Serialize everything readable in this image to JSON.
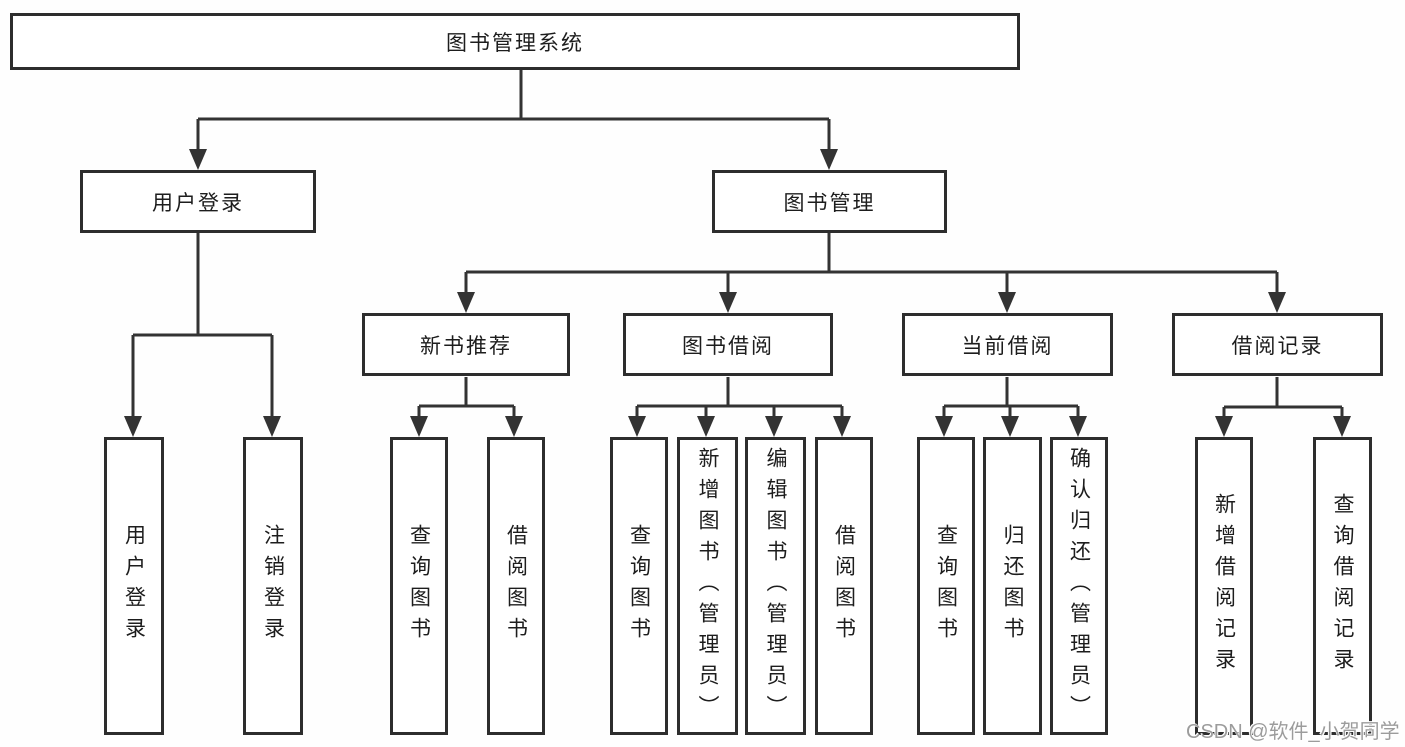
{
  "diagram_type": "hierarchy-tree",
  "tree": {
    "label": "图书管理系统",
    "children": [
      {
        "label": "用户登录",
        "children": [
          {
            "label": "用户登录"
          },
          {
            "label": "注销登录"
          }
        ]
      },
      {
        "label": "图书管理",
        "children": [
          {
            "label": "新书推荐",
            "children": [
              {
                "label": "查询图书"
              },
              {
                "label": "借阅图书"
              }
            ]
          },
          {
            "label": "图书借阅",
            "children": [
              {
                "label": "查询图书"
              },
              {
                "label": "新增图书（管理员）"
              },
              {
                "label": "编辑图书（管理员）"
              },
              {
                "label": "借阅图书"
              }
            ]
          },
          {
            "label": "当前借阅",
            "children": [
              {
                "label": "查询图书"
              },
              {
                "label": "归还图书"
              },
              {
                "label": "确认归还（管理员）"
              }
            ]
          },
          {
            "label": "借阅记录",
            "children": [
              {
                "label": "新增借阅记录"
              },
              {
                "label": "查询借阅记录"
              }
            ]
          }
        ]
      }
    ]
  },
  "watermark": "CSDN @软件_小贺同学",
  "colors": {
    "line": "#333333",
    "box_border": "#2d2d2d",
    "text": "#1d1d1d",
    "background": "#fefefe",
    "watermark": "#9c9c9c"
  }
}
